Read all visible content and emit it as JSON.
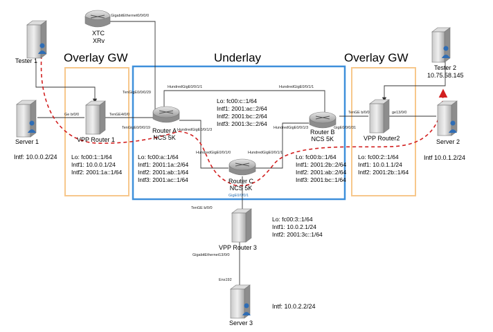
{
  "titles": {
    "overlay_left": "Overlay GW",
    "underlay": "Underlay",
    "overlay_right": "Overlay GW"
  },
  "nodes": {
    "tester1": {
      "label": "Tester 1"
    },
    "tester2": {
      "label": "Tester 2",
      "ip": "10.75.58.145"
    },
    "xtc": {
      "label1": "XTC",
      "label2": "XRv"
    },
    "server1": {
      "label": "Server 1",
      "intf": "Intf: 10.0.0.2/24"
    },
    "server2": {
      "label": "Server 2",
      "intf": "Intf 10.0.1.2/24"
    },
    "server3": {
      "label": "Server 3",
      "intf": "Intf: 10.0.2.2/24"
    },
    "vpp1": {
      "label": "VPP Router 1",
      "lo": "Lo: fc00:1::1/64",
      "intf1": "Intf1: 10.0.0.1/24",
      "intf2": "Intf2: 2001:1a::1/64"
    },
    "vpp2": {
      "label": "VPP Router2",
      "lo": "Lo: fc00:2::1/64",
      "intf1": "Intf1: 10.0.1.1/24",
      "intf2": "Intf2: 2001:2b::1/64"
    },
    "vpp3": {
      "label": "VPP Router 3",
      "lo": "Lo: fc00:3::1/64",
      "intf1": "Intf1: 10.0.2.1/24",
      "intf2": "Intf2: 2001:3c::1/64"
    },
    "routerA": {
      "label1": "Router A",
      "label2": "NCS 5K",
      "lo": "Lo: fc00:a::1/64",
      "intf1": "Intf1: 2001:1a::2/64",
      "intf2": "Intf2: 2001:ab::1/64",
      "intf3": "Intf3: 2001:ac::1/64"
    },
    "routerB": {
      "label1": "Router B",
      "label2": "NCS 5K",
      "lo": "Lo: fc00:b::1/64",
      "intf1": "Intf1: 2001:2b::2/64",
      "intf2": "Intf2: 2001:ab::2/64",
      "intf3": "Intf3: 2001:bc::1/64"
    },
    "routerC": {
      "label1": "Router C",
      "label2": "NCS 5K",
      "lo": "Lo: fc00:c::1/64",
      "intf1": "Intf1: 2001:ac::2/64",
      "intf2": "Intf2: 2001:bc::2/64",
      "intf3": "Intf3: 2001:3c::2/64"
    }
  },
  "interfaces": {
    "xtc_gi": "GigabitEthernet0/0/0/0",
    "ra_gi": "TenGigE0/0/0/29",
    "ra_hu_top": "HundredGigE0/0/1/1",
    "rb_hu_top": "HundredGigE0/0/1/1",
    "vpp1_left": "Ge b/0/0",
    "vpp1_right": "TenGE4/0/0",
    "ra_left": "TenGigE0/0/0/19",
    "ra_hu_bottom": "HundredGigE0/0/1/3",
    "ra_hu_c": "HundredGigE0/0/1/0",
    "rb_hu_left": "HundredGigE0/0/1/3",
    "rb_right": "GigE0/0/0/31",
    "rc_hu_right": "HundredGigE0/0/1/1",
    "rc_bottom": "GigE0/0/0/1",
    "vpp2_left": "TenGE b/0/0",
    "vpp2_right": "ge13/0/0",
    "vpp3_top": "TenGE b/0/0",
    "vpp3_bottom": "GigabitEthernet13/0/0",
    "server3_top": "Ens192"
  },
  "colors": {
    "underlay_border": "#3d8fdb",
    "overlay_border": "#f7c78b",
    "path": "#d21f1f",
    "link": "#333333"
  }
}
